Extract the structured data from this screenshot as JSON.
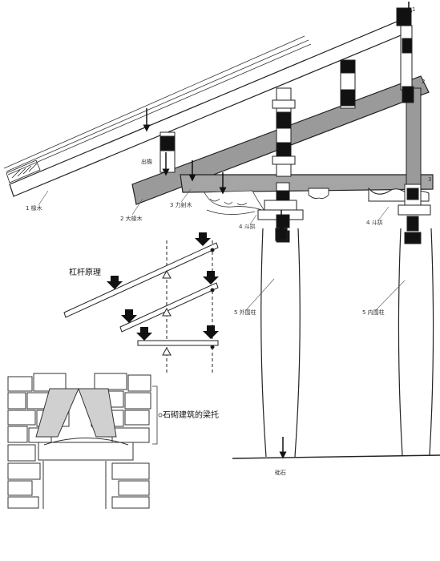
{
  "labels": {
    "l1": "1",
    "l2": "2",
    "l3": "3",
    "rafter": "1 椽木",
    "chu_yan": "出檐",
    "big_rafter": "2 大椽木",
    "li_she_mu": "3 力射木",
    "bracket": "4 斗拱",
    "outer_column": "5 外围柱",
    "inner_column": "5 内围柱",
    "base_stone": "础石",
    "lever_principle": "杠杆原理",
    "stone_corbel": "石砌建筑的梁托"
  },
  "colors": {
    "ink": "#222222",
    "beam_fill": "#9a9a9a",
    "block": "#111111",
    "paper": "#ffffff"
  }
}
